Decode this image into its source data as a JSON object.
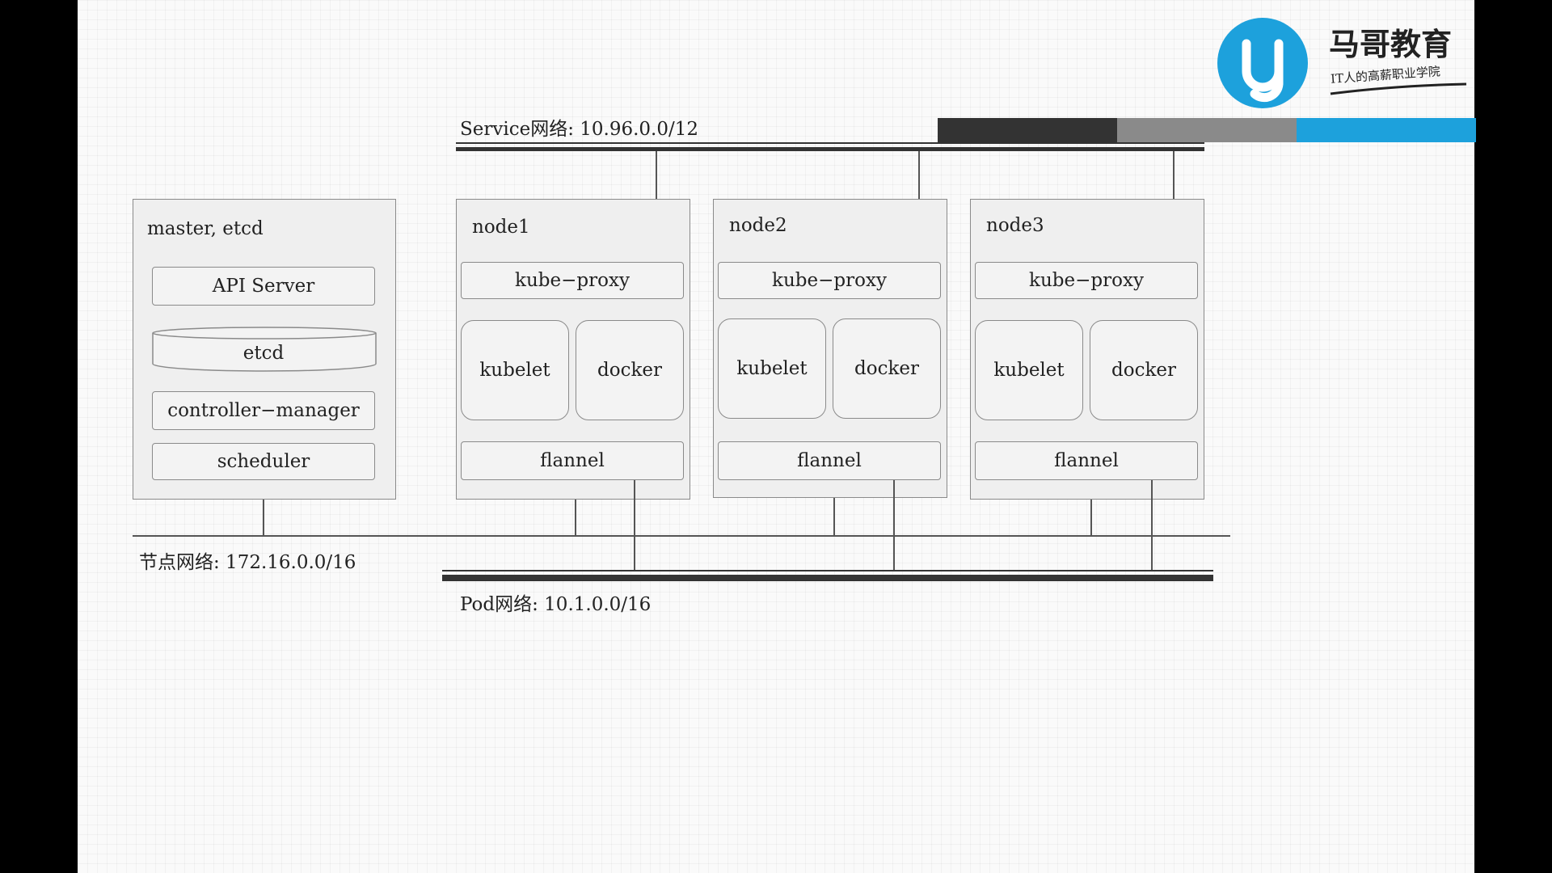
{
  "logo": {
    "brand": "马哥教育",
    "slogan": "IT人的高薪职业学院",
    "colors": {
      "blue": "#1da1dc",
      "dark": "#333333",
      "gray": "#8a8a8a"
    }
  },
  "networks": {
    "service": "Service网络: 10.96.0.0/12",
    "node": "节点网络: 172.16.0.0/16",
    "pod": "Pod网络: 10.1.0.0/16"
  },
  "master": {
    "title": "master, etcd",
    "components": [
      "API Server",
      "etcd",
      "controller−manager",
      "scheduler"
    ]
  },
  "nodes": [
    {
      "title": "node1",
      "proxy": "kube−proxy",
      "kubelet": "kubelet",
      "docker": "docker",
      "flannel": "flannel"
    },
    {
      "title": "node2",
      "proxy": "kube−proxy",
      "kubelet": "kubelet",
      "docker": "docker",
      "flannel": "flannel"
    },
    {
      "title": "node3",
      "proxy": "kube−proxy",
      "kubelet": "kubelet",
      "docker": "docker",
      "flannel": "flannel"
    }
  ]
}
